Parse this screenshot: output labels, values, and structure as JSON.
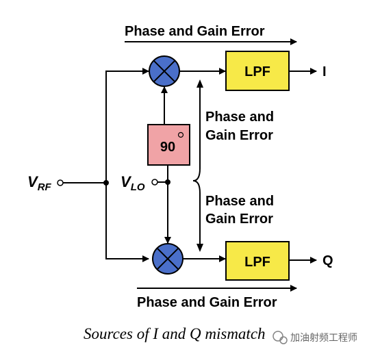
{
  "labels": {
    "phase_gain_top": "Phase and Gain Error",
    "phase_gain_bottom": "Phase and Gain Error",
    "phase_gain_mid_up_line1": "Phase and",
    "phase_gain_mid_up_line2": "Gain Error",
    "phase_gain_mid_down_line1": "Phase and",
    "phase_gain_mid_down_line2": "Gain Error"
  },
  "blocks": {
    "lpf_top": "LPF",
    "lpf_bottom": "LPF",
    "phase_shifter": "90",
    "phase_shifter_degree": "°"
  },
  "ports": {
    "rf_v": "V",
    "rf_sub": "RF",
    "lo_v": "V",
    "lo_sub": "LO",
    "out_i": "I",
    "out_q": "Q"
  },
  "caption": "Sources of I and Q mismatch",
  "watermark": "加油射频工程师",
  "colors": {
    "mixer": "#4a6fc9",
    "lpf": "#f7e948",
    "shifter": "#f0a3a6",
    "line": "#000000"
  }
}
